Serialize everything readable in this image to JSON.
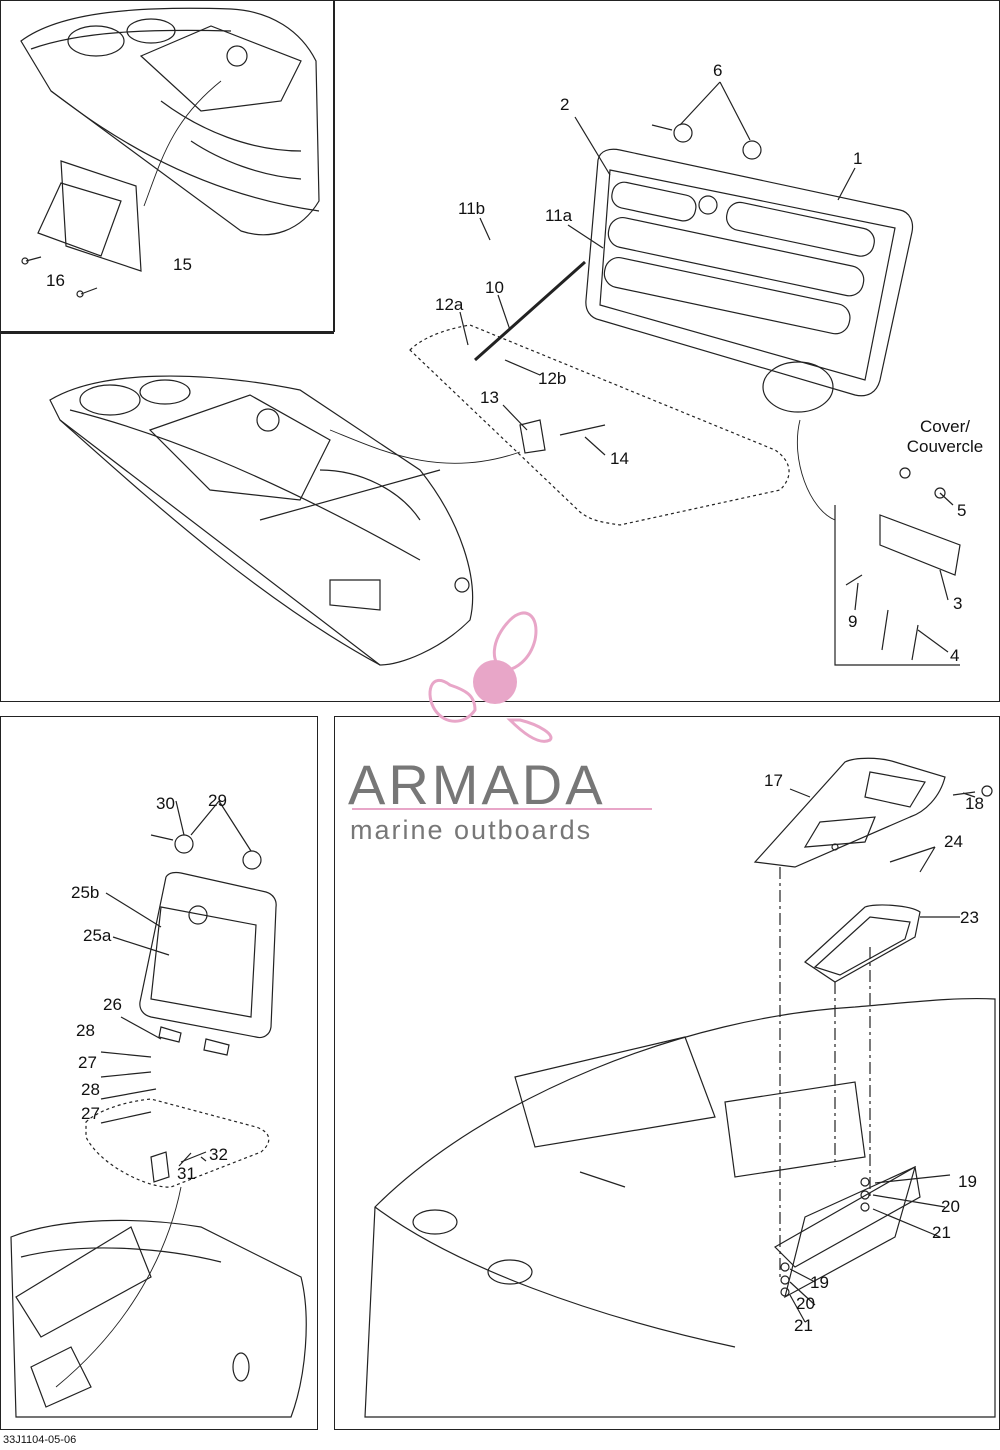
{
  "panels": {
    "top_inset": {
      "labels": [
        {
          "id": "p15",
          "text": "15"
        },
        {
          "id": "p16",
          "text": "16"
        }
      ]
    },
    "top_main": {
      "labels": [
        {
          "id": "p1",
          "text": "1"
        },
        {
          "id": "p2",
          "text": "2"
        },
        {
          "id": "p3",
          "text": "3"
        },
        {
          "id": "p4",
          "text": "4"
        },
        {
          "id": "p5",
          "text": "5"
        },
        {
          "id": "p6",
          "text": "6"
        },
        {
          "id": "p9",
          "text": "9"
        },
        {
          "id": "p10",
          "text": "10"
        },
        {
          "id": "p11a",
          "text": "11a"
        },
        {
          "id": "p11b",
          "text": "11b"
        },
        {
          "id": "p12a",
          "text": "12a"
        },
        {
          "id": "p12b",
          "text": "12b"
        },
        {
          "id": "p13",
          "text": "13"
        },
        {
          "id": "p14",
          "text": "14"
        }
      ],
      "cover_label": "Cover/\nCouvercle"
    },
    "bottom_left": {
      "labels": [
        {
          "id": "p25b",
          "text": "25b"
        },
        {
          "id": "p25a",
          "text": "25a"
        },
        {
          "id": "p26",
          "text": "26"
        },
        {
          "id": "p27a",
          "text": "27"
        },
        {
          "id": "p27b",
          "text": "27"
        },
        {
          "id": "p28a",
          "text": "28"
        },
        {
          "id": "p28b",
          "text": "28"
        },
        {
          "id": "p29",
          "text": "29"
        },
        {
          "id": "p30",
          "text": "30"
        },
        {
          "id": "p31",
          "text": "31"
        },
        {
          "id": "p32",
          "text": "32"
        }
      ]
    },
    "bottom_right": {
      "labels": [
        {
          "id": "p17",
          "text": "17"
        },
        {
          "id": "p18",
          "text": "18"
        },
        {
          "id": "p19a",
          "text": "19"
        },
        {
          "id": "p19b",
          "text": "19"
        },
        {
          "id": "p20a",
          "text": "20"
        },
        {
          "id": "p20b",
          "text": "20"
        },
        {
          "id": "p21a",
          "text": "21"
        },
        {
          "id": "p21b",
          "text": "21"
        },
        {
          "id": "p23",
          "text": "23"
        },
        {
          "id": "p24",
          "text": "24"
        }
      ]
    }
  },
  "watermark": {
    "name": "ARMADA",
    "tagline": "marine outboards",
    "colors": {
      "logo": "#e8a6c8",
      "text": "#777777"
    }
  },
  "document_code": "33J1104-05-06"
}
